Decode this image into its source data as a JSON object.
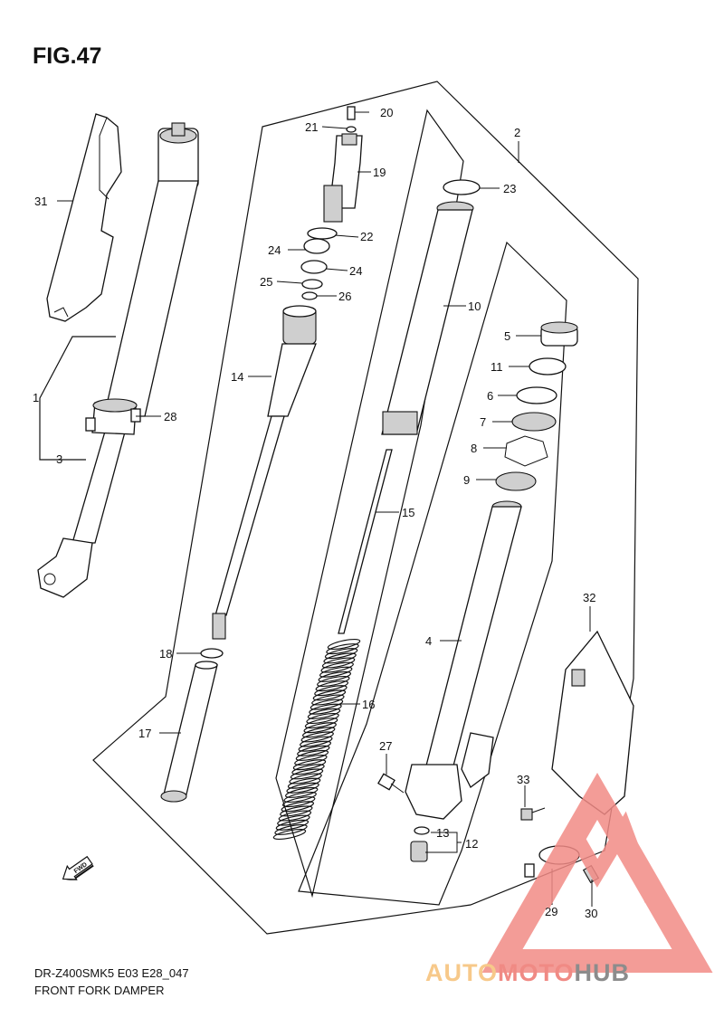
{
  "figure": {
    "title": "FIG.47"
  },
  "footer": {
    "model_code": "DR-Z400SMK5 E03 E28_047",
    "title": "FRONT FORK DAMPER"
  },
  "direction_marker": {
    "label": "FWD",
    "icon": "fwd-arrow-icon"
  },
  "callouts": {
    "c1": "1",
    "c2": "2",
    "c3": "3",
    "c4": "4",
    "c5": "5",
    "c6": "6",
    "c7": "7",
    "c8": "8",
    "c9": "9",
    "c10": "10",
    "c11": "11",
    "c12": "12",
    "c13": "13",
    "c14": "14",
    "c15": "15",
    "c16": "16",
    "c17": "17",
    "c18": "18",
    "c19": "19",
    "c20": "20",
    "c21": "21",
    "c22": "22",
    "c23": "23",
    "c24a": "24",
    "c24b": "24",
    "c25": "25",
    "c26": "26",
    "c27": "27",
    "c28": "28",
    "c29": "29",
    "c30": "30",
    "c31": "31",
    "c32": "32",
    "c33": "33"
  },
  "watermark": {
    "part1": "AUTO",
    "part2": "MOTO",
    "part3": "HUB",
    "colors": {
      "auto": "#f7c98a",
      "moto": "#f08a84",
      "hub": "#8c8c8c",
      "logo": "#f28b86"
    }
  }
}
